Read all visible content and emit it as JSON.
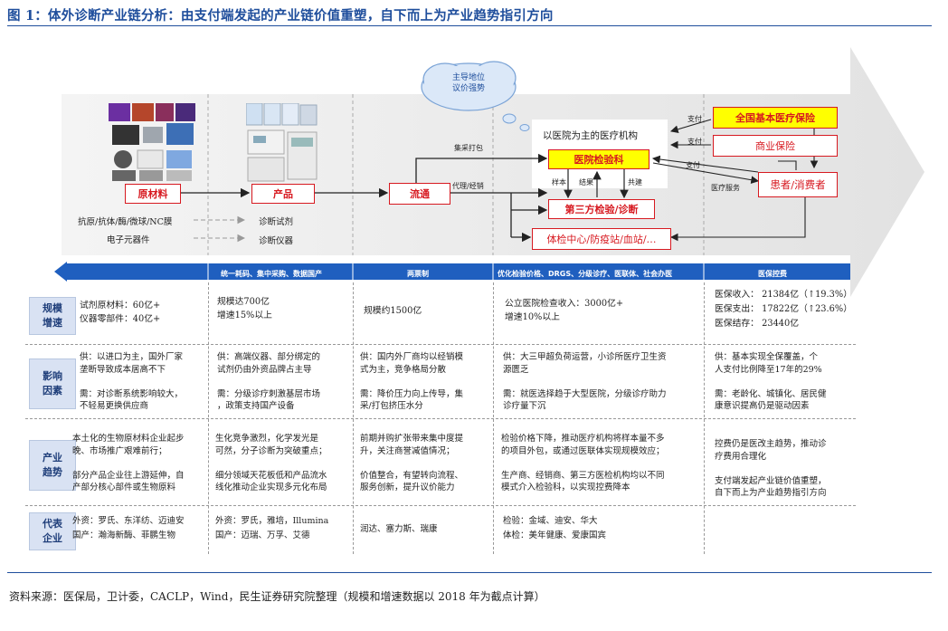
{
  "figure_title": "图 1：体外诊断产业链分析：由支付端发起的产业链价值重塑，自下而上为产业趋势指引方向",
  "diagram": {
    "cloud_label": "主导地位\n议价强势",
    "nodes": {
      "raw_materials": "原材料",
      "products": "产品",
      "distribution": "流通",
      "hospital_lab": "医院检验科",
      "third_party_lab": "第三方检验/诊断",
      "physical_exam_centers": "体检中心/防疫站/血站/…",
      "national_insurance": "全国基本医疗保险",
      "commercial_insurance": "商业保险",
      "patients": "患者/消费者",
      "hospital_institutions": "以医院为主的医疗机构"
    },
    "raw_inputs": [
      "抗原/抗体/酶/微球/NC膜",
      "电子元器件"
    ],
    "product_outputs": [
      "诊断试剂",
      "诊断仪器"
    ],
    "edge_labels": {
      "centralized_purchase": "集采打包",
      "agent_distribution": "代理/经销",
      "sample": "样本",
      "result": "结果",
      "joint_build": "共建",
      "pay1": "支付",
      "pay2": "支付",
      "pay3": "支付",
      "medical_service": "医疗服务"
    },
    "band_labels": [
      "统一耗码、集中采购、数据国产",
      "两票制",
      "优化检验价格、DRGS、分级诊疗、医联体、社会办医",
      "医保控费"
    ]
  },
  "table": {
    "rows": [
      {
        "header": "规模\n增速",
        "cells": [
          "试剂原材料：60亿+\n仪器零部件：40亿+",
          "规模达700亿\n增速15%以上",
          "规模约1500亿",
          "公立医院检查收入：3000亿+\n增速10%以上",
          "医保收入：  21384亿（↑19.3%）\n医保支出：  17822亿（↑23.6%）\n医保结存：  23440亿"
        ]
      },
      {
        "header": "影响\n因素",
        "cells": [
          "供：以进口为主，国外厂家\n垄断导致成本居高不下\n\n需：对诊断系统影响较大，\n不轻易更换供应商",
          "供：高端仪器、部分绑定的\n试剂仍由外资品牌占主导\n\n需：分级诊疗刺激基层市场\n，政策支持国产设备",
          "供：国内外厂商均以经销模\n式为主，竞争格局分散\n\n需：降价压力向上传导，集\n采/打包挤压水分",
          "供：大三甲超负荷运营，小诊所医疗卫生资\n源匮乏\n\n需：就医选择趋于大型医院，分级诊疗助力\n诊疗量下沉",
          "供：基本实现全保覆盖，个\n人支付比例降至17年的29%\n\n需：老龄化、城镇化、居民健\n康意识提高仍是驱动因素"
        ]
      },
      {
        "header": "产业\n趋势",
        "cells": [
          "本土化的生物原材料企业起步\n晚、市场推广艰难前行；\n\n部分产品企业往上游延伸，自\n产部分核心部件或生物原料",
          "生化竞争激烈，化学发光是\n可然，分子诊断为突破重点；\n\n细分领域天花板低和产品流水\n线化推动企业实现多元化布局",
          "前期并购扩张带来集中度提\n升，关注商誉减值情况；\n\n价值整合，有望转向流程、\n服务创新，提升议价能力",
          "检验价格下降，推动医疗机构将样本量不多\n的项目外包，或通过医联体实现规模效应；\n\n生产商、经销商、第三方医检机构均以不同\n模式介入检验科，以实现控费降本",
          "控费仍是医改主趋势，推动诊\n疗费用合理化\n\n支付端发起产业链价值重塑，\n自下而上为产业趋势指引方向"
        ]
      },
      {
        "header": "代表\n企业",
        "cells": [
          "外资：罗氏、东洋纺、迈迪安\n国产：瀚海新酶、菲鹏生物",
          "外资：罗氏，雅培，Illumina\n国产：迈瑞、万孚、艾德",
          "润达、塞力斯、瑞康",
          "检验：金域、迪安、华大\n体检：美年健康、爱康国宾",
          ""
        ]
      }
    ]
  },
  "source_note": "资料来源：医保局，卫计委，CACLP，Wind，民生证券研究院整理（规模和增速数据以 2018 年为截点计算）",
  "colors": {
    "accent_blue": "#1f4e9c",
    "band_blue": "#1f5fbf",
    "red": "#d71920",
    "yellow": "#ffff00",
    "arrow_grey": "#e8e8e8"
  }
}
